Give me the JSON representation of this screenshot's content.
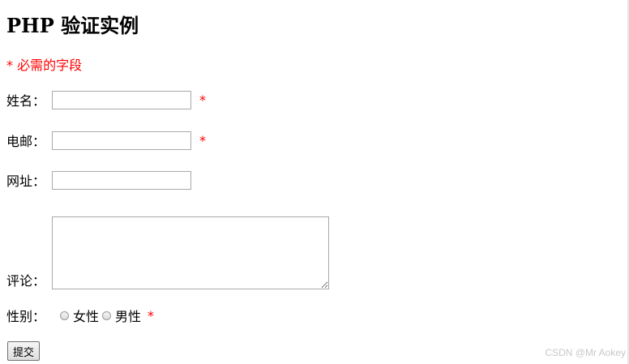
{
  "page": {
    "title": "PHP  验证实例",
    "required_note": "* 必需的字段"
  },
  "form": {
    "name_label": "姓名：",
    "name_value": "",
    "name_required_mark": "*",
    "email_label": "电邮：",
    "email_value": "",
    "email_required_mark": "*",
    "website_label": "网址：",
    "website_value": "",
    "comment_label": "评论：",
    "comment_value": "",
    "gender_label": "性别：",
    "gender_options": [
      {
        "label": "女性",
        "selected": false
      },
      {
        "label": "男性",
        "selected": false
      }
    ],
    "gender_required_mark": "*",
    "submit_label": "提交"
  },
  "watermark": "CSDN @Mr   Aokey",
  "colors": {
    "error": "#ff0000",
    "text": "#000000",
    "input_border": "#a9a9a9"
  }
}
